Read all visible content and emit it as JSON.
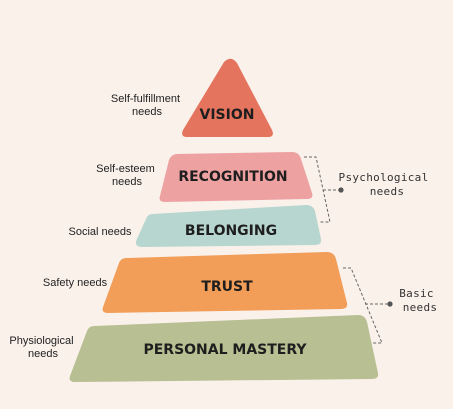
{
  "levels": [
    {
      "title": "VISION",
      "need": [
        "Self-fulfillment",
        "needs"
      ],
      "color": "#e4745e"
    },
    {
      "title": "RECOGNITION",
      "need": [
        "Self-esteem",
        "needs"
      ],
      "color": "#eda1a1"
    },
    {
      "title": "BELONGING",
      "need": [
        "Social needs"
      ],
      "color": "#b7d6cf"
    },
    {
      "title": "TRUST",
      "need": [
        "Safety needs"
      ],
      "color": "#f29e58"
    },
    {
      "title": "PERSONAL MASTERY",
      "need": [
        "Physiological",
        "needs"
      ],
      "color": "#b8bf92"
    }
  ],
  "groups": {
    "psychological": [
      "Psychological",
      "needs"
    ],
    "basic": [
      "Basic",
      "needs"
    ]
  }
}
